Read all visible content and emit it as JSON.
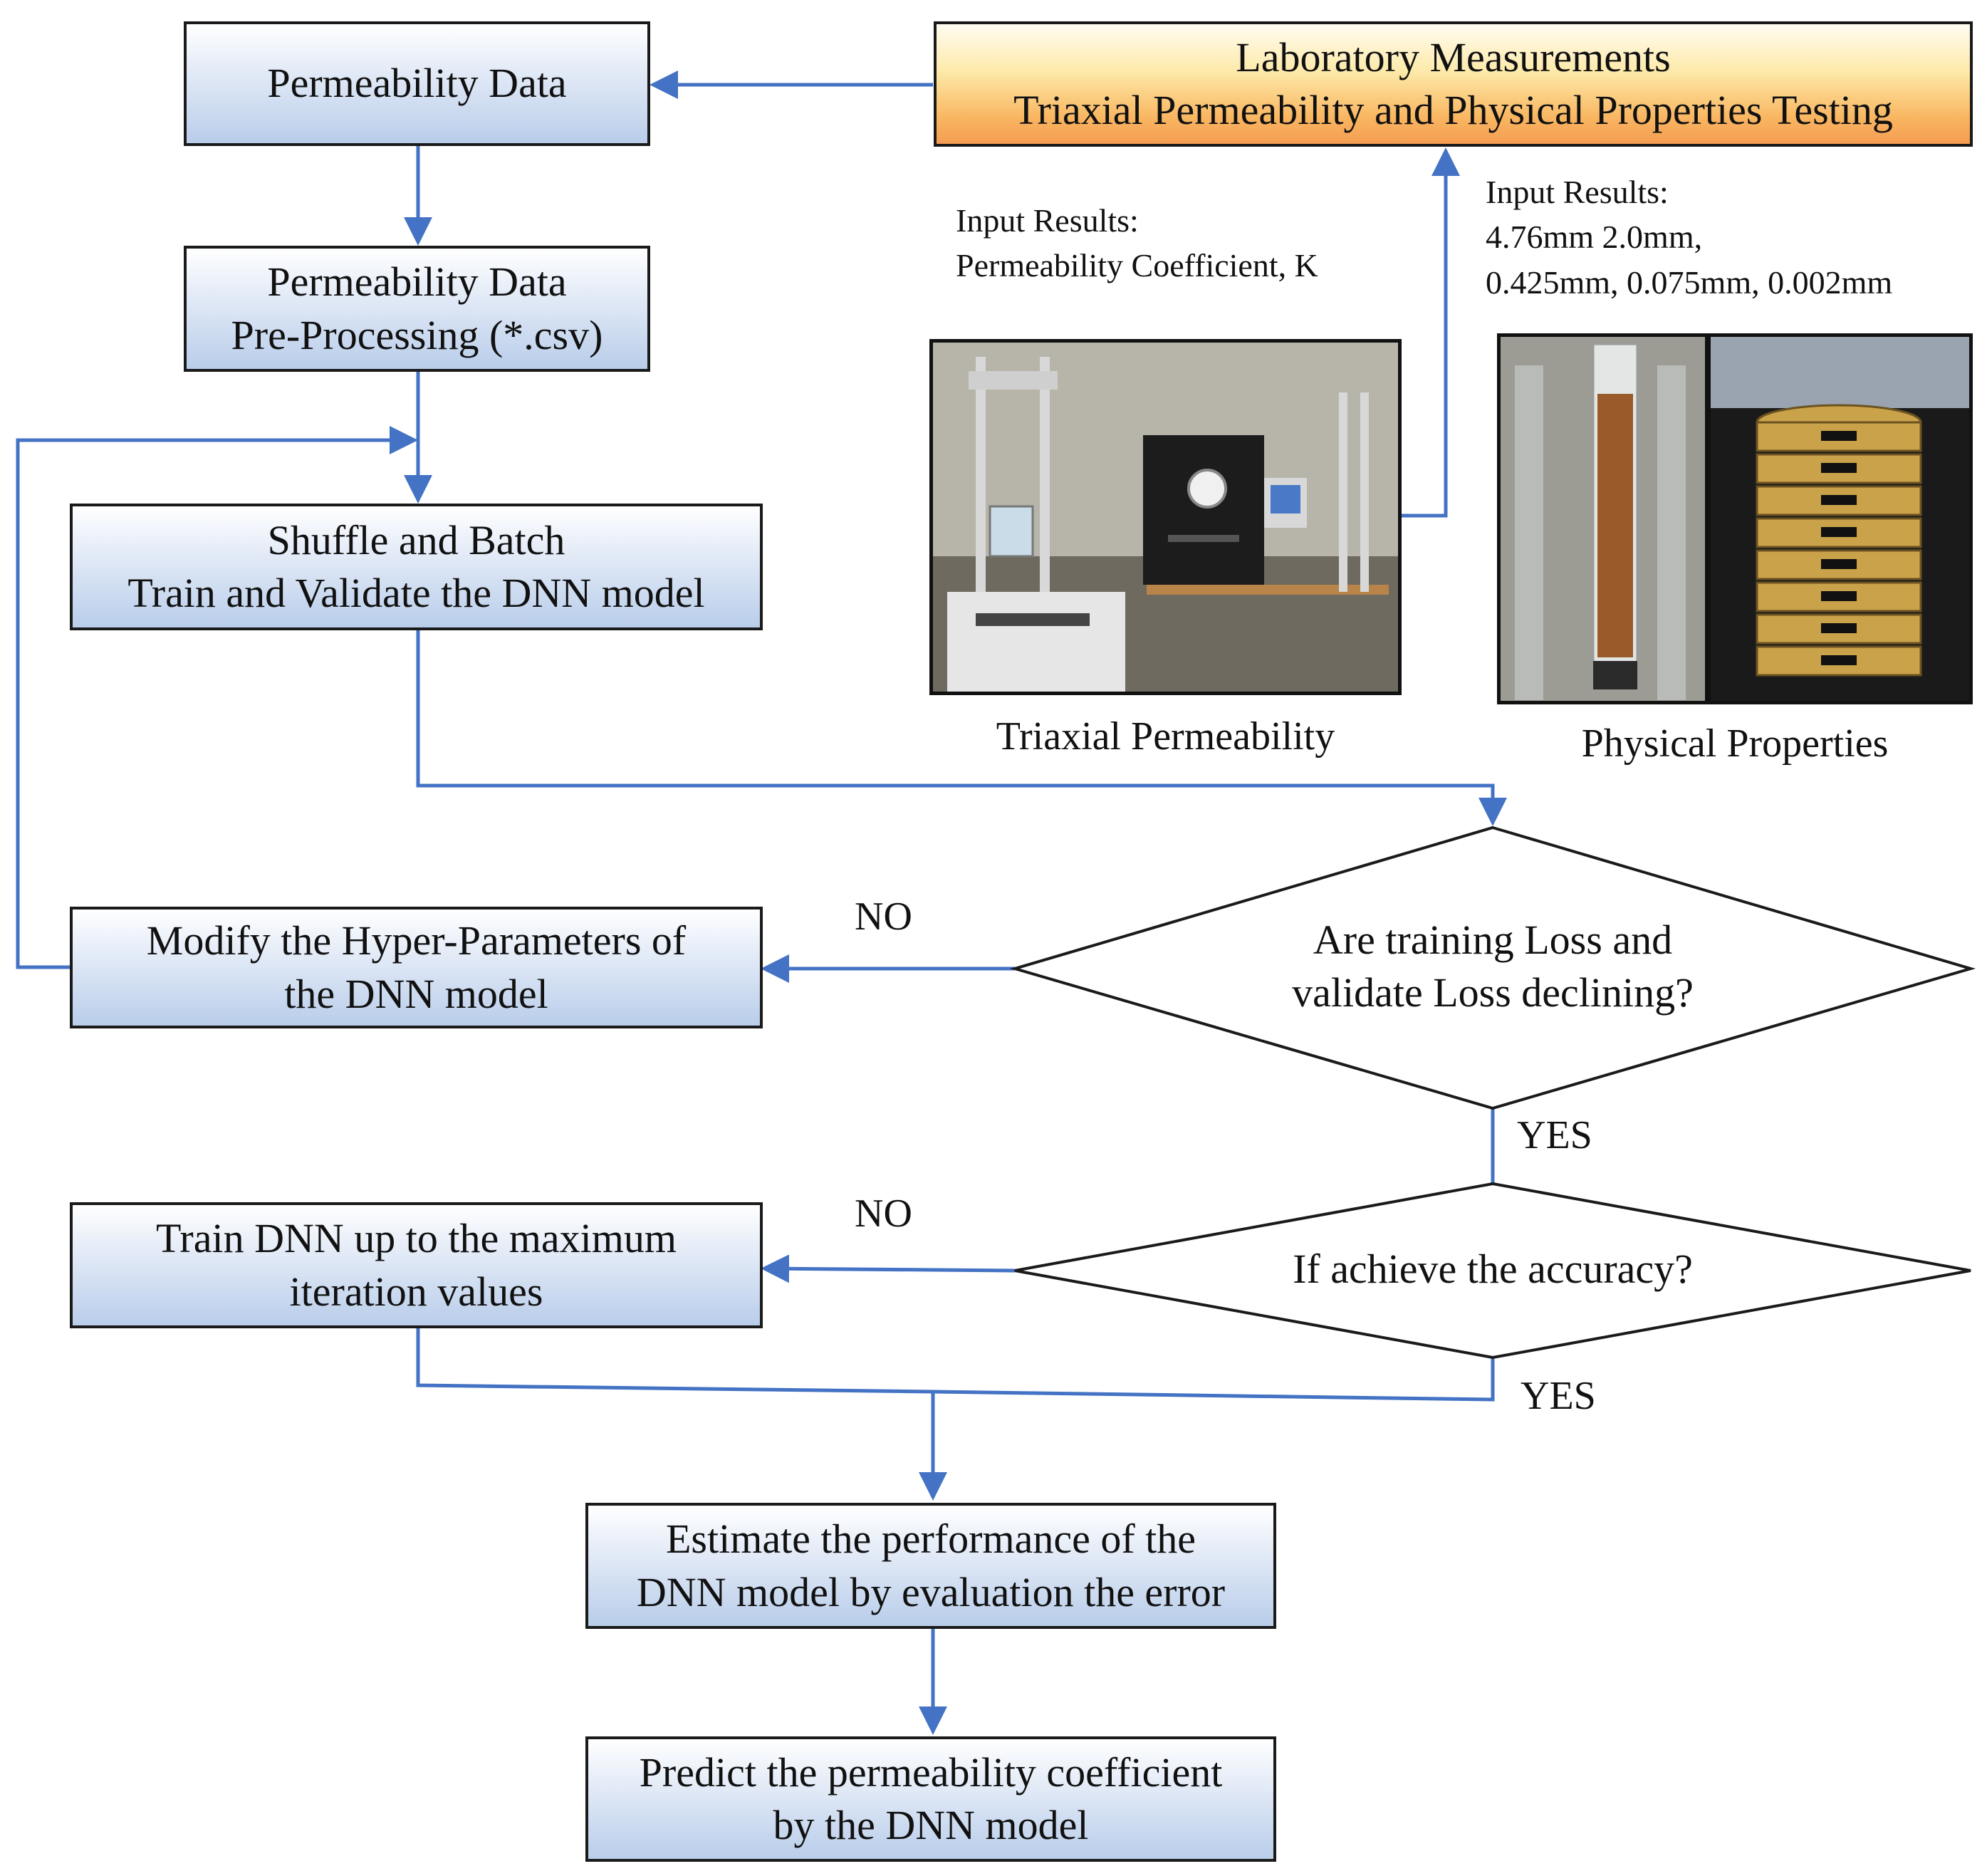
{
  "boxes": {
    "permeability_data": "Permeability  Data",
    "lab_measurements": {
      "line1": "Laboratory Measurements",
      "line2": "Triaxial  Permeability  and Physical Properties Testing"
    },
    "preprocessing": {
      "line1": "Permeability  Data",
      "line2": "Pre-Processing (*.csv)"
    },
    "shuffle_batch": {
      "line1": "Shuffle and Batch",
      "line2": "Train  and Validate the DNN model"
    },
    "modify_hyperparams": {
      "line1": "Modify the Hyper-Parameters of",
      "line2": "the DNN model"
    },
    "train_max_iter": {
      "line1": "Train DNN up to the maximum",
      "line2": "iteration values"
    },
    "estimate_performance": {
      "line1": "Estimate the performance of the",
      "line2": "DNN model by evaluation the error"
    },
    "predict": {
      "line1": "Predict the permeability  coefficient",
      "line2": "by the DNN model"
    }
  },
  "decisions": {
    "loss_declining": {
      "line1": "Are training Loss and",
      "line2": "validate Loss declining?"
    },
    "accuracy": "If achieve the accuracy?"
  },
  "edge_labels": {
    "no_1": "NO",
    "yes_1": "YES",
    "no_2": "NO",
    "yes_2": "YES"
  },
  "input_results": {
    "left": {
      "line1": "Input Results:",
      "line2": "Permeability  Coefficient, K"
    },
    "right": {
      "line1": "Input Results:",
      "line2": "4.76mm 2.0mm,",
      "line3": "0.425mm, 0.075mm, 0.002mm"
    }
  },
  "captions": {
    "triaxial": "Triaxial  Permeability",
    "physical": "Physical Properties"
  },
  "colors": {
    "arrow": "#4472c4",
    "box_blue": "#b9cdea",
    "box_orange": "#f59d52"
  }
}
